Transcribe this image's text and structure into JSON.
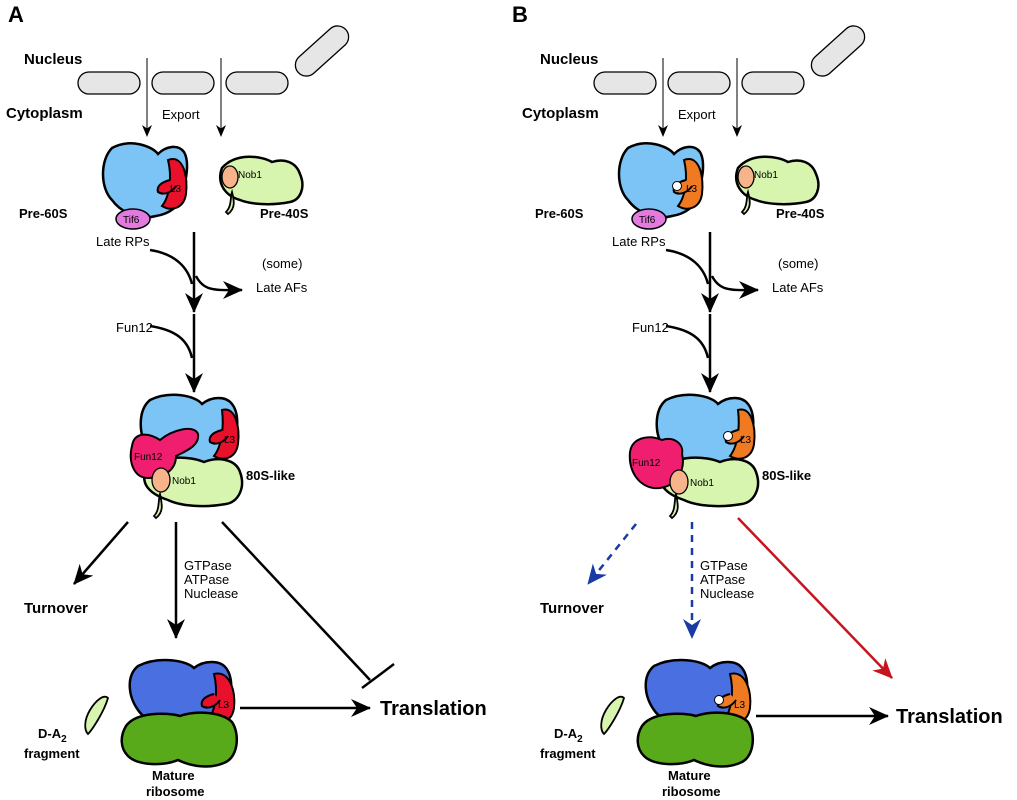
{
  "colors": {
    "pre60s": "#7cc4f5",
    "pre40s": "#d8f5b0",
    "l3_wt": "#e8102a",
    "l3_mut": "#f07a22",
    "tif6": "#e37ae0",
    "nob1": "#f7b48a",
    "fun12": "#f01e6e",
    "mature60s": "#4a6fe0",
    "mature40s": "#58aa1a",
    "nuclear_pore": "#e6e6e6",
    "blocked_path": "#1a3aa6",
    "enhanced_path": "#c8141e"
  },
  "panels": [
    {
      "letter": "A",
      "nucleus": "Nucleus",
      "cytoplasm": "Cytoplasm",
      "export": "Export",
      "pre60s": "Pre-60S",
      "pre40s": "Pre-40S",
      "l3": "L3",
      "tif6": "Tif6",
      "nob1": "Nob1",
      "fun12_protein": "Fun12",
      "late_rps": "Late RPs",
      "some": "(some)",
      "late_afs": "Late AFs",
      "fun12_step": "Fun12",
      "s80_like": "80S-like",
      "gtpase": "GTPase",
      "atpase": "ATPase",
      "nuclease": "Nuclease",
      "turnover": "Turnover",
      "translation": "Translation",
      "da2_base": "D-A",
      "da2_sub": "2",
      "fragment": "fragment",
      "mature_l1": "Mature",
      "mature_l2": "ribosome"
    },
    {
      "letter": "B",
      "nucleus": "Nucleus",
      "cytoplasm": "Cytoplasm",
      "export": "Export",
      "pre60s": "Pre-60S",
      "pre40s": "Pre-40S",
      "l3": "L3",
      "tif6": "Tif6",
      "nob1": "Nob1",
      "fun12_protein": "Fun12",
      "late_rps": "Late RPs",
      "some": "(some)",
      "late_afs": "Late AFs",
      "fun12_step": "Fun12",
      "s80_like": "80S-like",
      "gtpase": "GTPase",
      "atpase": "ATPase",
      "nuclease": "Nuclease",
      "turnover": "Turnover",
      "translation": "Translation",
      "da2_base": "D-A",
      "da2_sub": "2",
      "fragment": "fragment",
      "mature_l1": "Mature",
      "mature_l2": "ribosome"
    }
  ]
}
